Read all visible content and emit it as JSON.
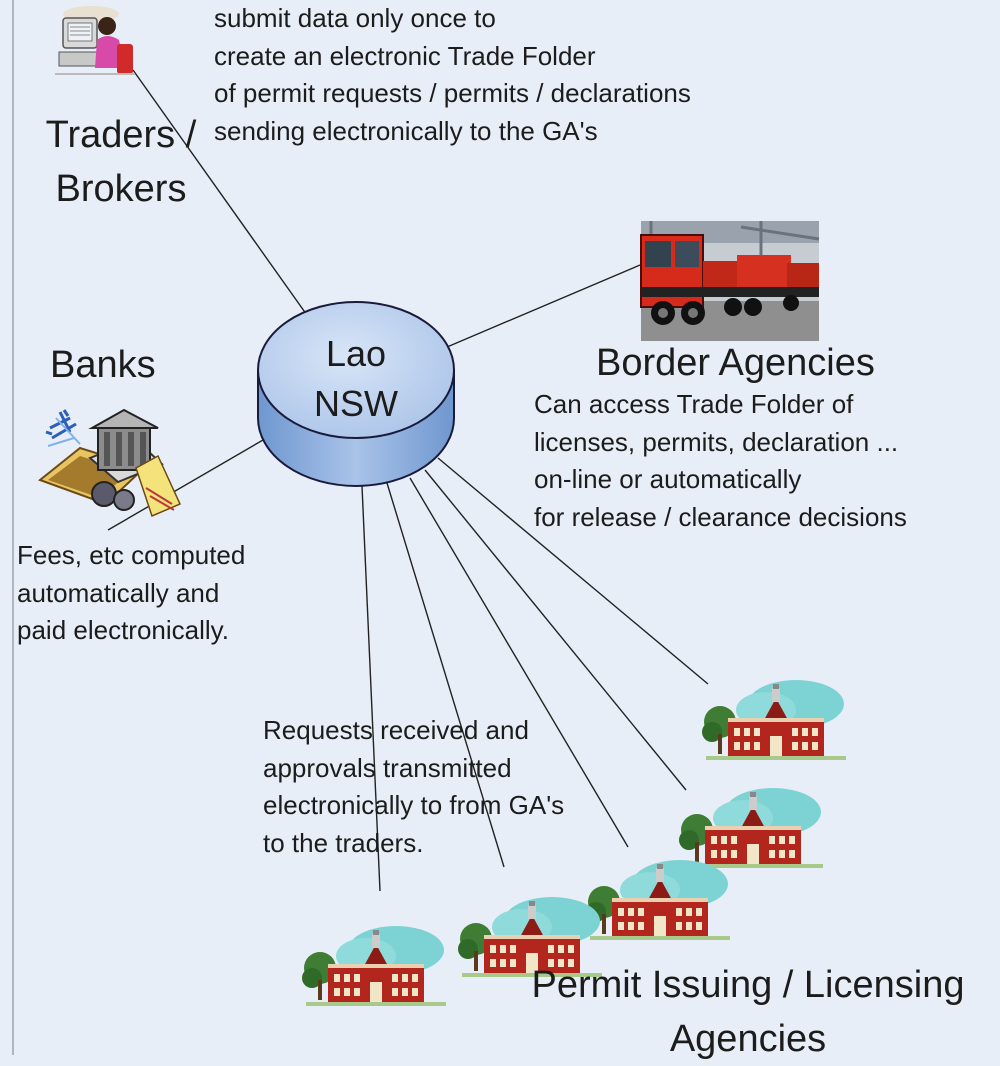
{
  "hub": {
    "line1": "Lao",
    "line2": "NSW"
  },
  "traders": {
    "title": "Traders /\nBrokers",
    "note": "submit data only once to\ncreate an electronic Trade Folder\nof permit requests / permits / declarations\nsending electronically to the GA's"
  },
  "banks": {
    "title": "Banks",
    "note": "Fees, etc computed\nautomatically and\npaid electronically."
  },
  "border": {
    "title": "Border Agencies",
    "note": "Can access Trade Folder of\nlicenses, permits, declaration ...\non-line or automatically\nfor release / clearance decisions"
  },
  "agencies": {
    "title": "Permit Issuing / Licensing\nAgencies",
    "note": "Requests received and\napprovals transmitted\nelectronically to from GA's\nto the traders."
  },
  "colors": {
    "background": "#e8eef8",
    "hub_top": "#bfd3ee",
    "hub_side": "#7fa5d8",
    "hub_outline": "#1a1a3a",
    "connector": "#222222",
    "building_brick": "#b3261e",
    "truck_red": "#d62a1a"
  },
  "icons": {
    "traders": "person-at-computer-icon",
    "banks": "bank-building-icon",
    "border": "truck-photo",
    "agencies": "government-building-icon"
  }
}
